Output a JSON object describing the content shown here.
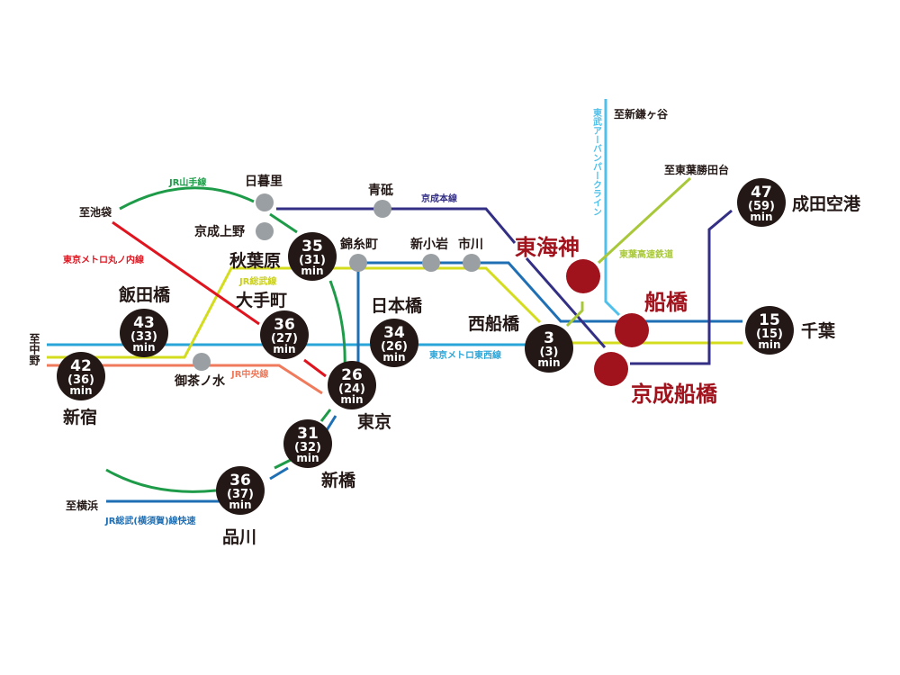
{
  "colors": {
    "yamanote": "#1e9b48",
    "marunouchi": "#e0141e",
    "chuo": "#ef7a5c",
    "tozai": "#2aa5d8",
    "sobu_rapid": "#1f6fb5",
    "sobu": "#d4dc1e",
    "keisei": "#332f85",
    "tobu": "#4fc0ea",
    "toyo": "#a8c83a",
    "time_circle": "#231815",
    "highlight": "#a0121c",
    "minor_station": "#9a9fa3"
  },
  "lines": {
    "yamanote": "JR山手線",
    "marunouchi": "東京メトロ丸ノ内線",
    "sobu": "JR総武線",
    "chuo": "JR中央線",
    "keisei": "京成本線",
    "tozai": "東京メトロ東西線",
    "toyo": "東葉高速鉄道",
    "tobu": "東武アーバンパークライン",
    "sobu_rapid": "JR総武(横須賀)線快速"
  },
  "destinations": {
    "ikebukuro": "至池袋",
    "nakano": "至中野",
    "yokohama": "至横浜",
    "shinkamagaya": "至新鎌ヶ谷",
    "toyokatsutadai": "至東葉勝田台"
  },
  "stations": {
    "iidabashi": {
      "name": "飯田橋",
      "time": "43",
      "alt": "(33)",
      "unit": "min"
    },
    "shinjuku": {
      "name": "新宿",
      "time": "42",
      "alt": "(36)",
      "unit": "min"
    },
    "otemachi": {
      "name": "大手町",
      "time": "36",
      "alt": "(27)",
      "unit": "min"
    },
    "akihabara": {
      "name": "秋葉原",
      "time": "35",
      "alt": "(31)",
      "unit": "min"
    },
    "tokyo": {
      "name": "東京",
      "time": "26",
      "alt": "(24)",
      "unit": "min"
    },
    "nihonbashi": {
      "name": "日本橋",
      "time": "34",
      "alt": "(26)",
      "unit": "min"
    },
    "shimbashi": {
      "name": "新橋",
      "time": "31",
      "alt": "(32)",
      "unit": "min"
    },
    "shinagawa": {
      "name": "品川",
      "time": "36",
      "alt": "(37)",
      "unit": "min"
    },
    "nishifunabashi": {
      "name": "西船橋",
      "time": "3",
      "alt": "(3)",
      "unit": "min"
    },
    "chiba": {
      "name": "千葉",
      "time": "15",
      "alt": "(15)",
      "unit": "min"
    },
    "narita": {
      "name": "成田空港",
      "time": "47",
      "alt": "(59)",
      "unit": "min"
    }
  },
  "highlight_stations": {
    "higashikaijin": "東海神",
    "funabashi": "船橋",
    "keisei_funabashi": "京成船橋"
  },
  "minor_stations": {
    "nippori": "日暮里",
    "keisei_ueno": "京成上野",
    "aoto": "青砥",
    "kinshicho": "錦糸町",
    "shinkoiwa": "新小岩",
    "ichikawa": "市川",
    "ochanomizu": "御茶ノ水"
  }
}
